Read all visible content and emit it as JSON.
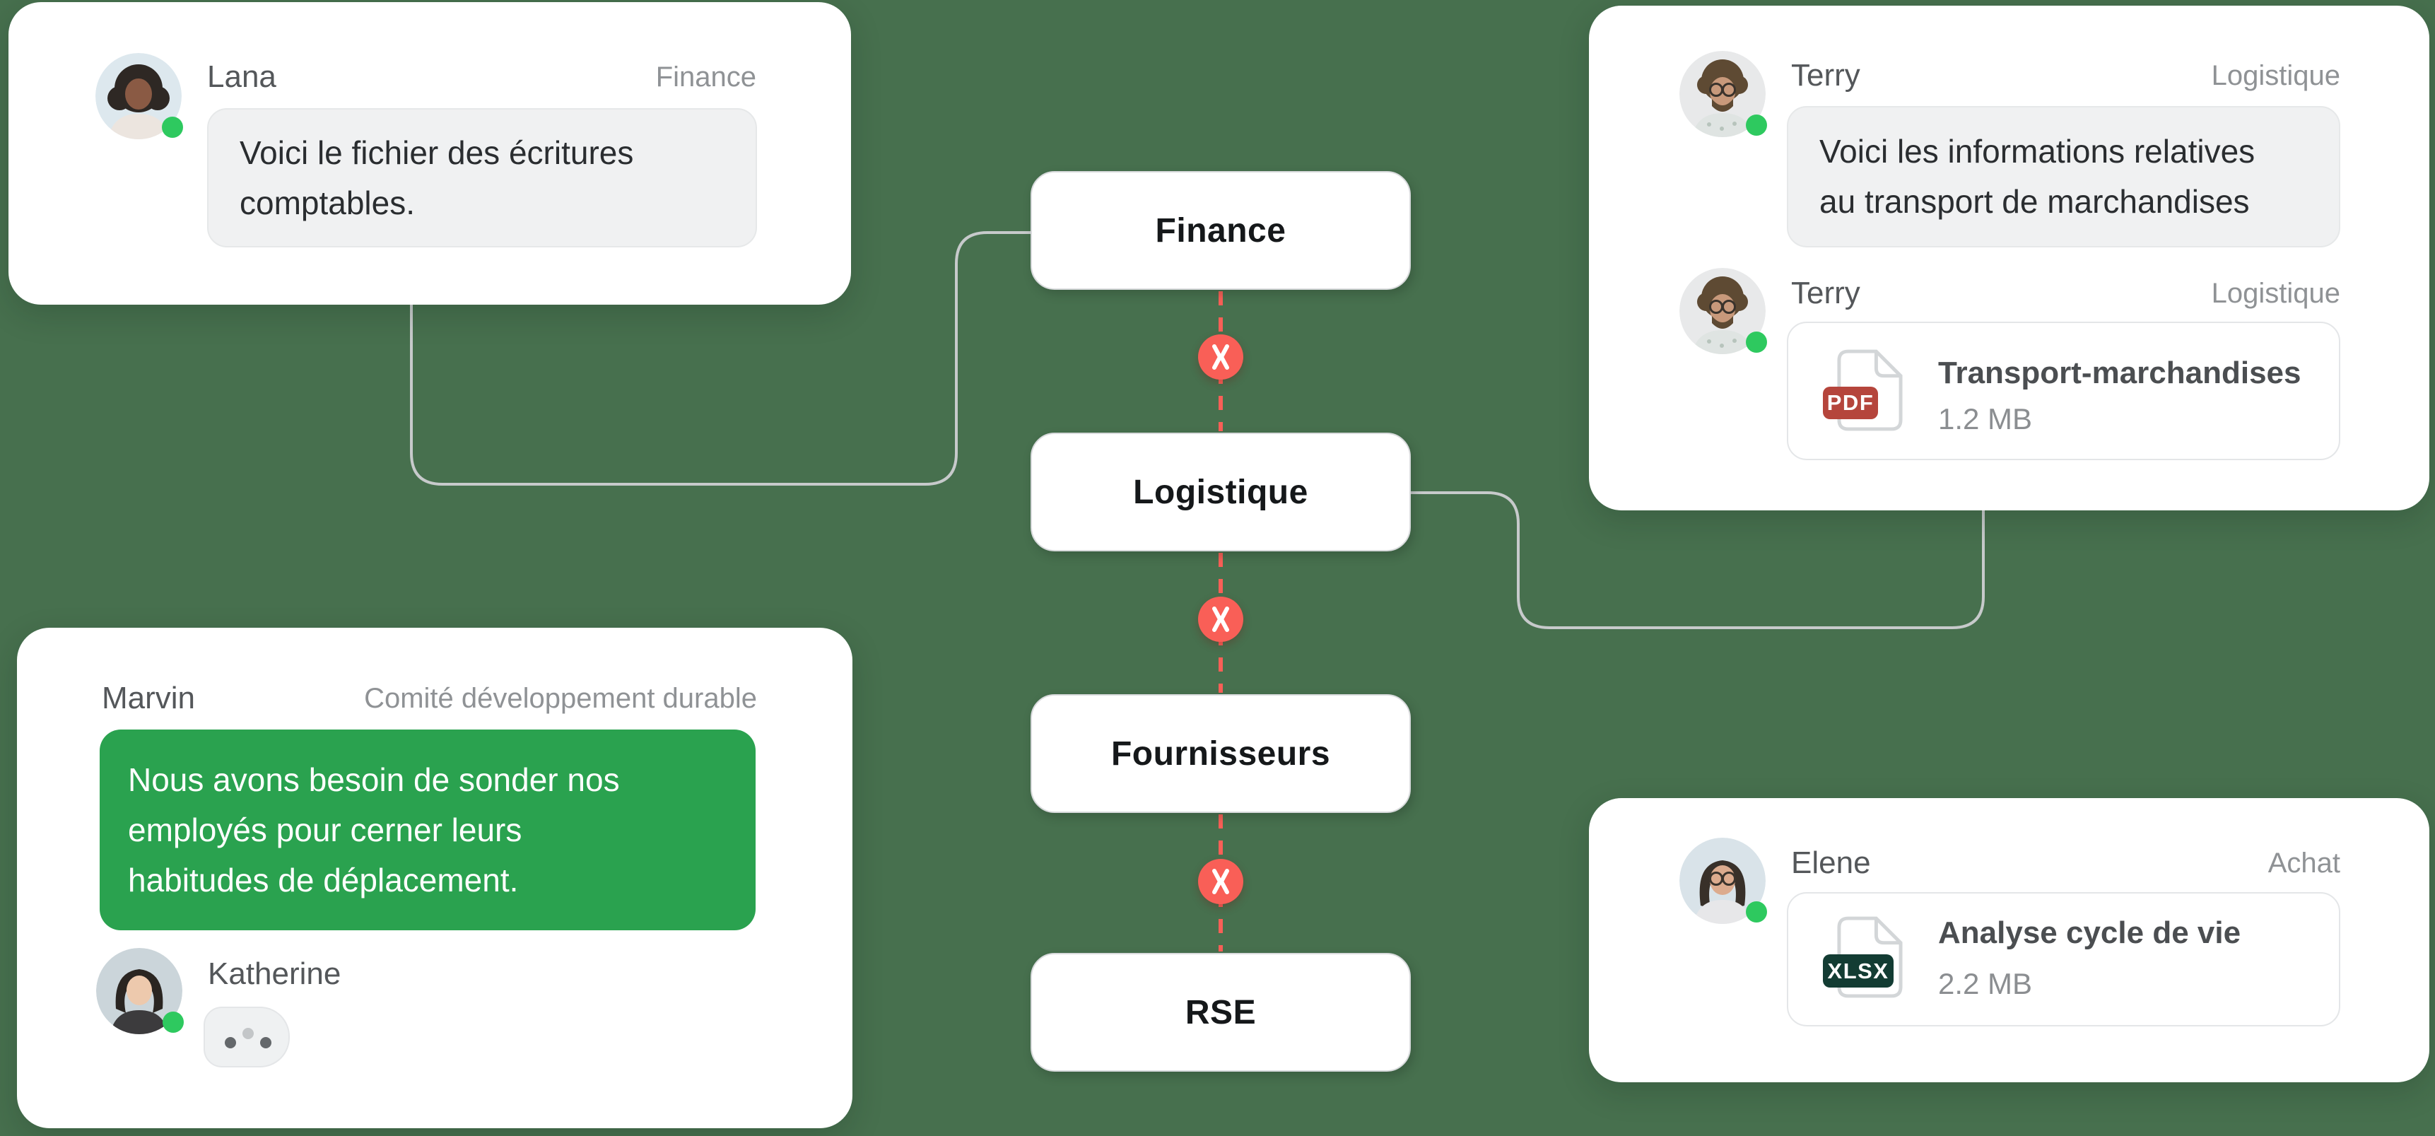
{
  "colors": {
    "background": "#47704E",
    "card": "#FFFFFF",
    "accent_red": "#F95F57",
    "message_green": "#2AA24F",
    "online_green": "#2EC95F",
    "connector_gray": "#C7CACB",
    "pdf_badge_red": "#B5453C",
    "xlsx_badge_green": "#133C33"
  },
  "flow": {
    "nodes": [
      {
        "label": "Finance"
      },
      {
        "label": "Logistique"
      },
      {
        "label": "Fournisseurs"
      },
      {
        "label": "RSE"
      }
    ],
    "break_icon": "broken-connection-x"
  },
  "cards": {
    "top_left": {
      "name": "Lana",
      "department": "Finance",
      "message": "Voici le fichier des écritures comptables."
    },
    "top_right": {
      "message_1": {
        "name": "Terry",
        "department": "Logistique",
        "message": "Voici les informations relatives au transport de marchandises"
      },
      "message_2": {
        "name": "Terry",
        "department": "Logistique",
        "file": {
          "badge": "PDF",
          "name": "Transport-marchandises",
          "size": "1.2 MB"
        }
      }
    },
    "bottom_left": {
      "name": "Marvin",
      "department": "Comité développement durable",
      "message": "Nous avons besoin de sonder nos employés pour cerner leurs habitudes de déplacement.",
      "typing": {
        "name": "Katherine"
      }
    },
    "bottom_right": {
      "name": "Elene",
      "department": "Achat",
      "file": {
        "badge": "XLSX",
        "name": "Analyse cycle de vie",
        "size": "2.2 MB"
      }
    }
  }
}
